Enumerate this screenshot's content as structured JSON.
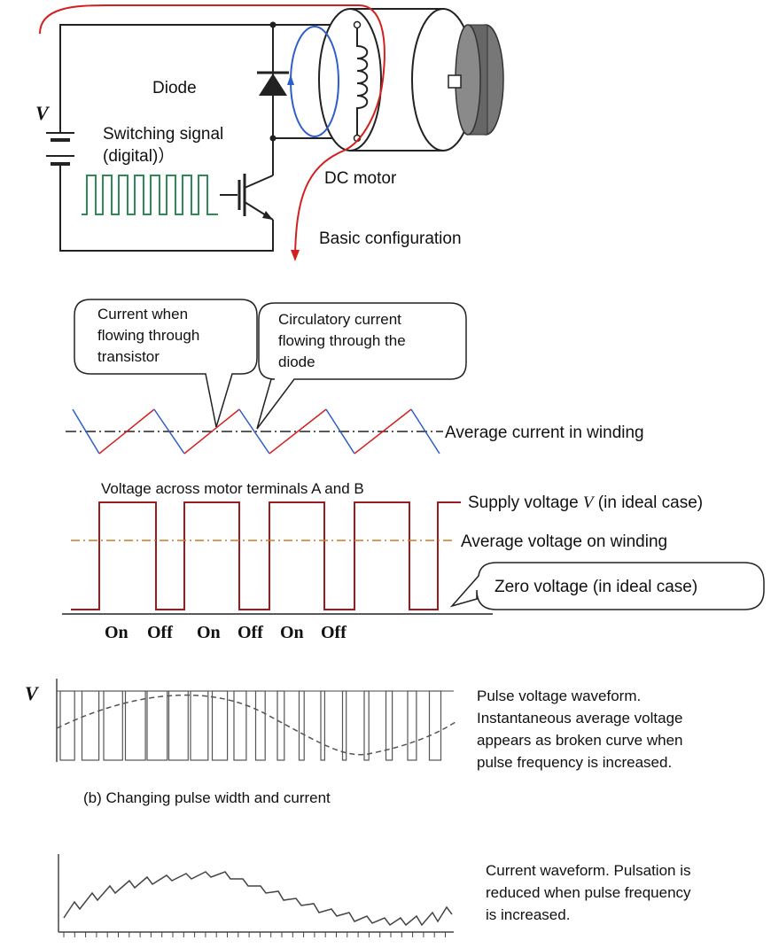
{
  "colors": {
    "wire": "#222222",
    "red_flow": "#d22020",
    "blue_flow": "#2f5fc8",
    "signal_green": "#2e8b57",
    "pwm_red": "#9b1c1c",
    "avg_orange": "#c87a2a",
    "motor_body": "#ffffff",
    "motor_end": "#555555"
  },
  "circuit": {
    "battery_label": "V",
    "diode_label": "Diode",
    "switching_signal_label_1": "Switching  signal",
    "switching_signal_label_2": "(digital)）",
    "motor_label": "DC motor",
    "config_label": "Basic configuration"
  },
  "current_chart": {
    "callout_transistor": [
      "Current  when",
      "flowing through",
      "transistor"
    ],
    "callout_diode": [
      "Circulatory current",
      "flowing through the",
      "diode"
    ],
    "average_label": "Average current  in winding"
  },
  "voltage_chart": {
    "title": "Voltage across motor terminals A and B",
    "supply_label_pre": "Supply voltage ",
    "supply_label_v": "V",
    "supply_label_post": " (in ideal case)",
    "average_label": "Average voltage on winding",
    "zero_label": "Zero voltage (in ideal case)",
    "states": [
      "On",
      "Off",
      "On",
      "Off",
      "On",
      "Off"
    ]
  },
  "pulse_chart": {
    "y_label": "V",
    "description": [
      "Pulse voltage waveform.",
      "Instantaneous average voltage",
      "appears as broken curve when",
      "pulse frequency is increased."
    ],
    "caption": "(b) Changing pulse width and current"
  },
  "current_waveform": {
    "description": [
      "Current  waveform. Pulsation is",
      "reduced when  pulse frequency",
      "is increased."
    ]
  }
}
